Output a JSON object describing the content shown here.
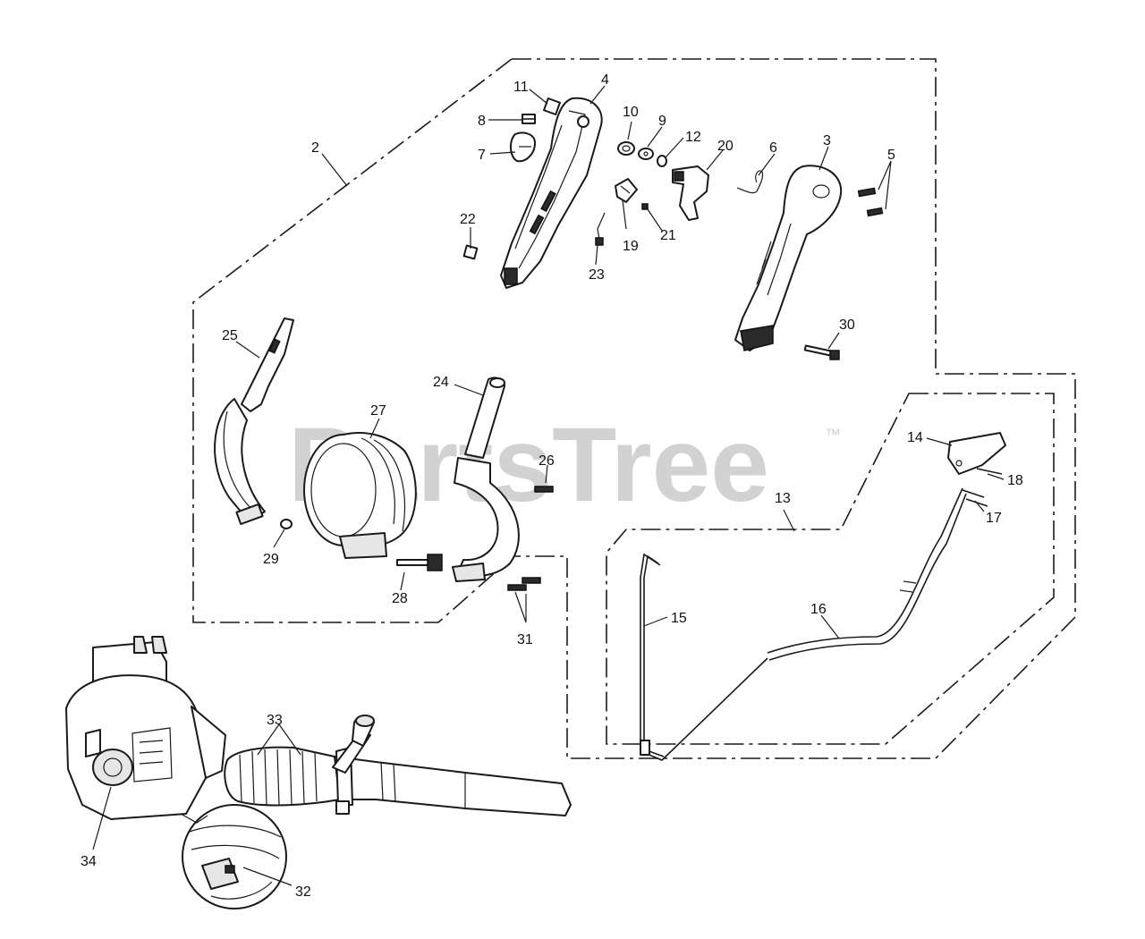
{
  "watermark": {
    "brand": "PartsTree",
    "trademark": "™"
  },
  "callouts": [
    "2",
    "3",
    "4",
    "5",
    "6",
    "7",
    "8",
    "9",
    "10",
    "11",
    "12",
    "13",
    "14",
    "15",
    "16",
    "17",
    "18",
    "19",
    "20",
    "21",
    "22",
    "23",
    "24",
    "25",
    "26",
    "27",
    "28",
    "29",
    "30",
    "31",
    "32",
    "33",
    "34"
  ],
  "colors": {
    "ink": "#1a1a1a",
    "watermark": "#d2d2d2",
    "background": "#ffffff"
  }
}
